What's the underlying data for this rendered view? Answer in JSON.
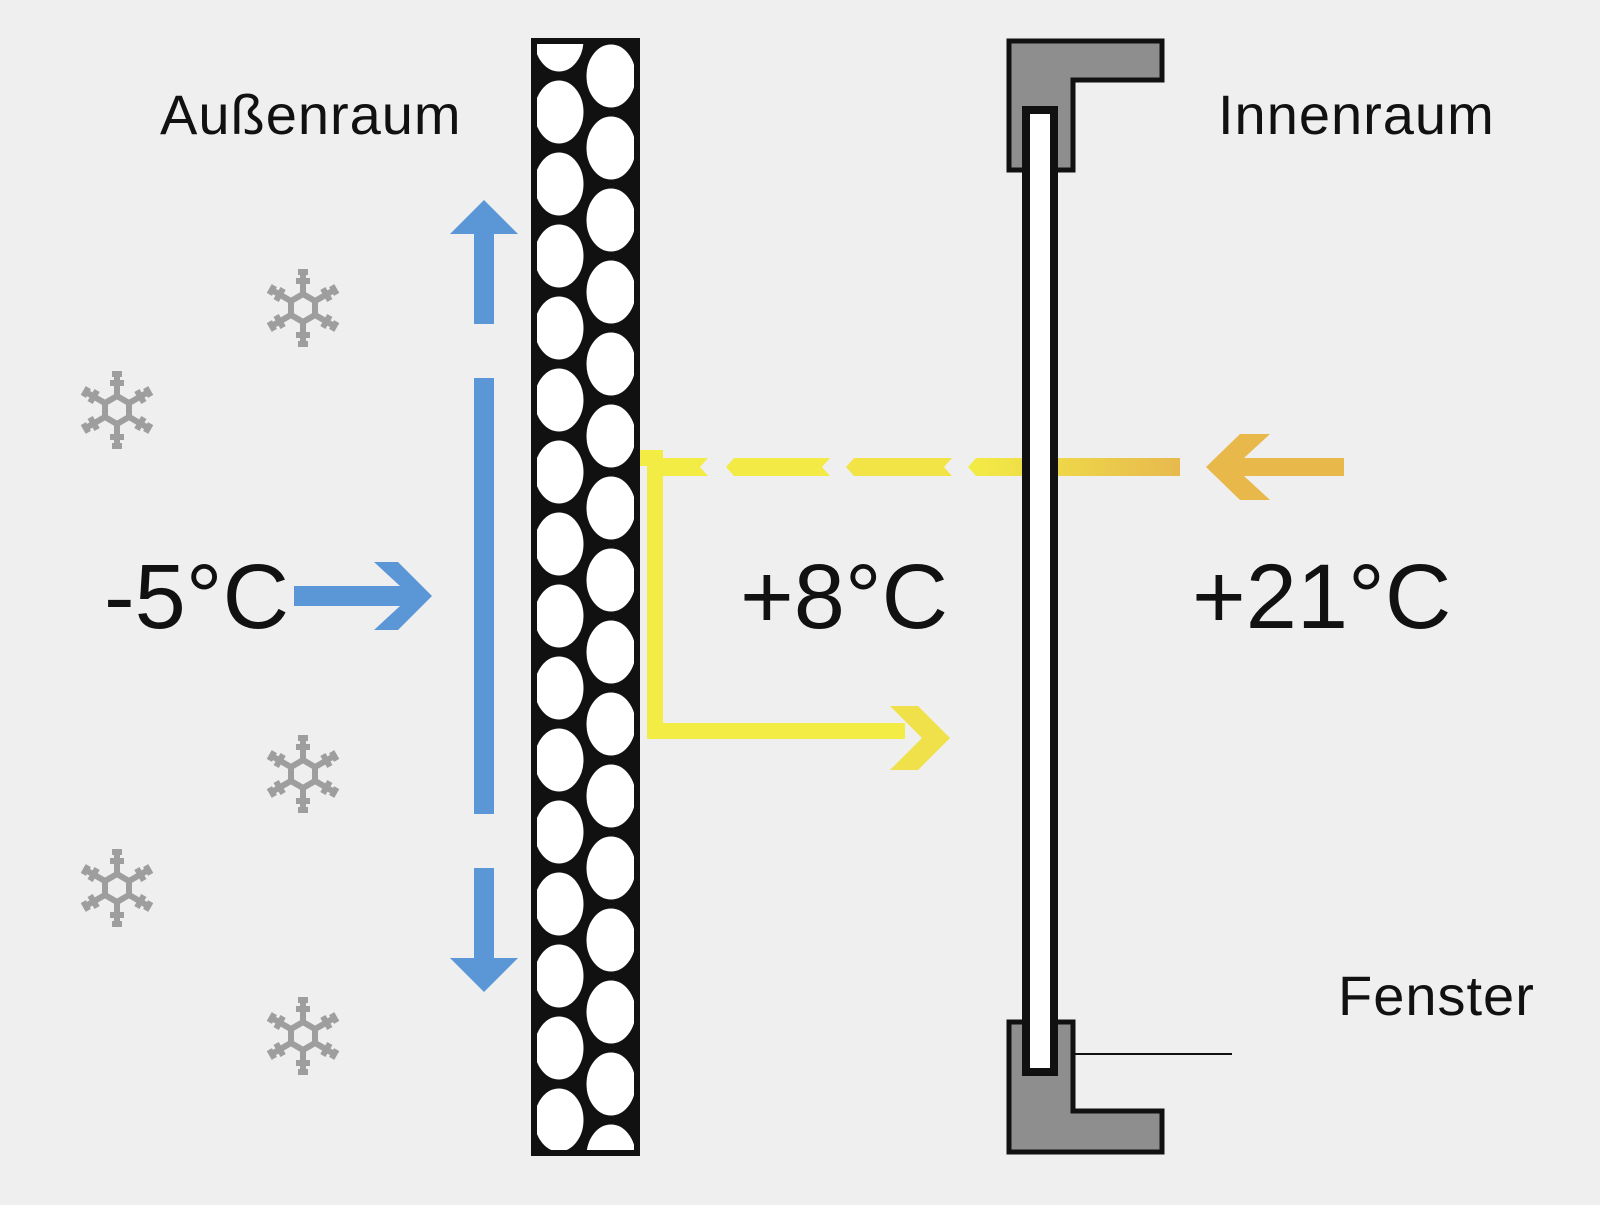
{
  "labels": {
    "outside": "Außenraum",
    "inside": "Innenraum",
    "window": "Fenster"
  },
  "temperatures": {
    "outside": "-5°C",
    "gap": "+8°C",
    "inside": "+21°C"
  },
  "colors": {
    "background": "#efefef",
    "cold_air": "#5b96d6",
    "warm_inner": "#e8b84a",
    "warm_light": "#f3e84a",
    "frame": "#8e8e8e",
    "snowflake": "#9e9e9e"
  },
  "icons": [
    "snowflake-icon",
    "arrow-icon"
  ]
}
